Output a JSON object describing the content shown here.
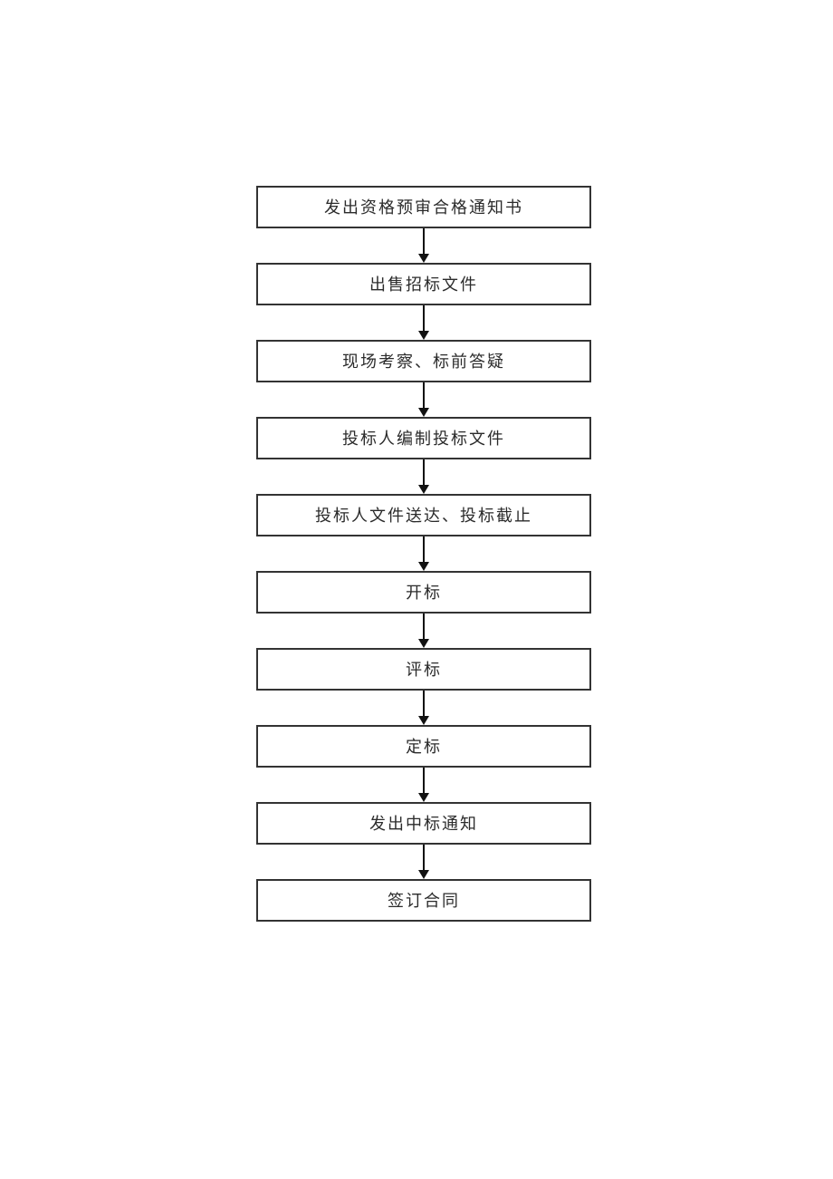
{
  "flowchart": {
    "description": "Vertical tender/bidding process flowchart with ten sequential steps connected by downward arrows",
    "steps": [
      {
        "label": "发出资格预审合格通知书"
      },
      {
        "label": "出售招标文件"
      },
      {
        "label": "现场考察、标前答疑"
      },
      {
        "label": "投标人编制投标文件"
      },
      {
        "label": "投标人文件送达、投标截止"
      },
      {
        "label": "开标"
      },
      {
        "label": "评标"
      },
      {
        "label": "定标"
      },
      {
        "label": "发出中标通知"
      },
      {
        "label": "签订合同"
      }
    ],
    "colors": {
      "page_background": "#ffffff",
      "box_background": "#ffffff",
      "box_border": "#333333",
      "text": "#2b2b2b",
      "arrow": "#111111"
    }
  }
}
